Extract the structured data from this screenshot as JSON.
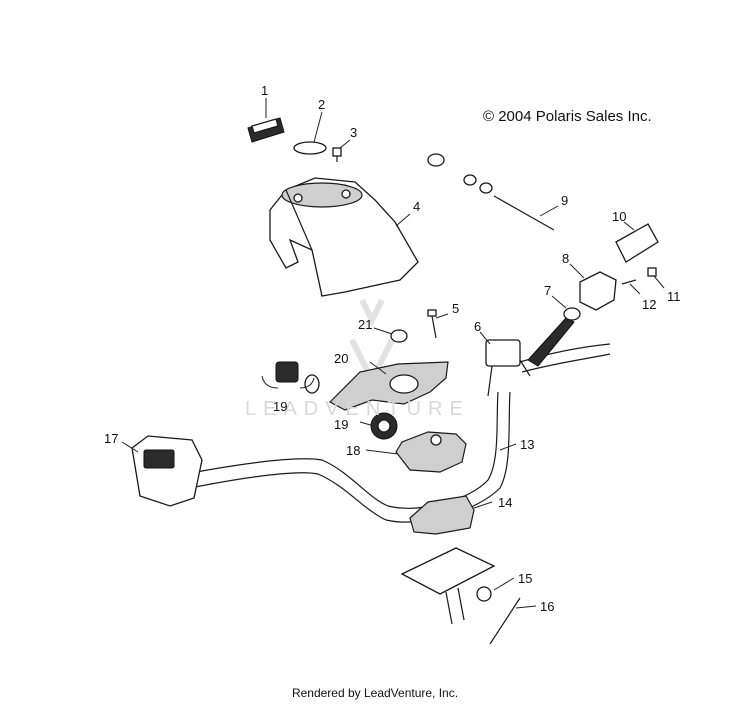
{
  "copyright": "© 2004 Polaris Sales Inc.",
  "footer": "Rendered by LeadVenture, Inc.",
  "watermark": "LEADVENTURE",
  "callouts": [
    "1",
    "2",
    "3",
    "4",
    "5",
    "6",
    "7",
    "8",
    "9",
    "10",
    "11",
    "12",
    "13",
    "14",
    "15",
    "16",
    "17",
    "18",
    "19",
    "19",
    "20",
    "21"
  ]
}
